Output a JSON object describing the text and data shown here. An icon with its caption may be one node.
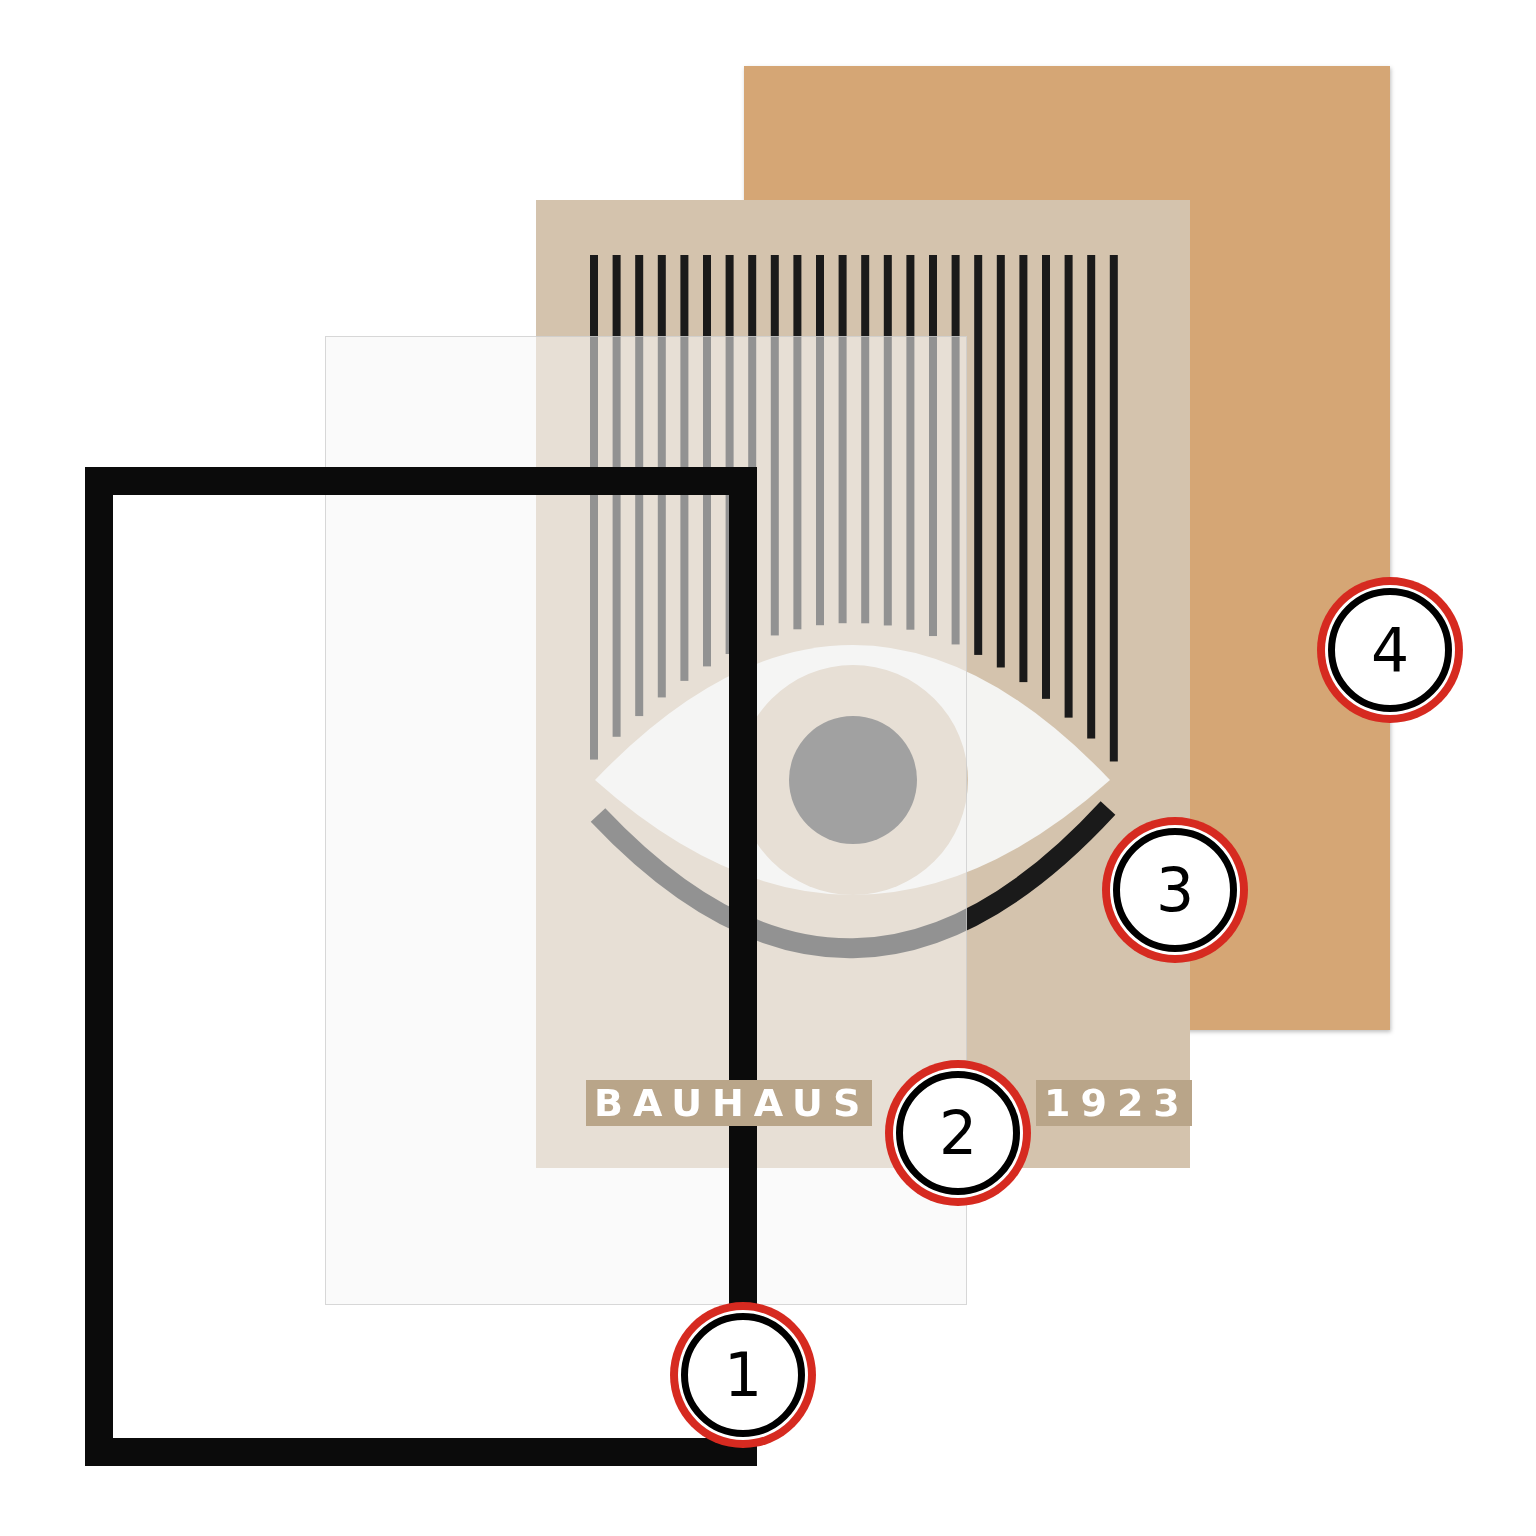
{
  "diagram": {
    "labels": [
      "4",
      "3",
      "BAUHAUS",
      "1923",
      "2",
      "1"
    ]
  }
}
